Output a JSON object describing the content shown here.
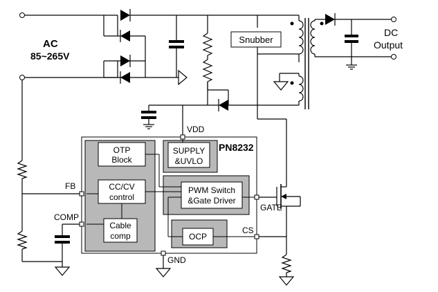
{
  "input": {
    "label_line1": "AC",
    "label_line2": "85~265V"
  },
  "output": {
    "label_line1": "DC",
    "label_line2": "Output"
  },
  "snubber": {
    "label": "Snubber"
  },
  "chip": {
    "name": "PN8232",
    "pins": {
      "vdd": "VDD",
      "fb": "FB",
      "comp": "COMP",
      "gate": "GATE",
      "cs": "CS",
      "gnd": "GND"
    },
    "blocks": {
      "otp": {
        "line1": "OTP",
        "line2": "Block"
      },
      "supply": {
        "line1": "SUPPLY",
        "line2": "&UVLO"
      },
      "cccv": {
        "line1": "CC/CV",
        "line2": "control"
      },
      "pwm": {
        "line1": "PWM Switch",
        "line2": "&Gate Driver"
      },
      "cable": {
        "line1": "Cable",
        "line2": "comp"
      },
      "ocp": {
        "label": "OCP"
      }
    }
  },
  "colors": {
    "group_fill": "#b8b8b8",
    "block_fill": "#ffffff",
    "wire": "#000000"
  }
}
